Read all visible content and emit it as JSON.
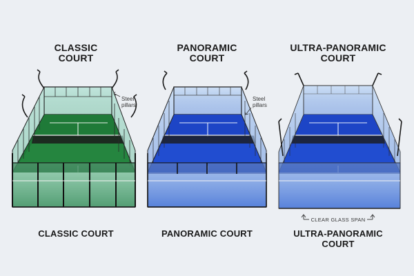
{
  "courts": [
    {
      "id": "classic",
      "top_title": "CLASSIC\nCOURT",
      "bottom_title": "CLASSIC COURT",
      "callout": "Steel\npillars",
      "turf_color": "#1f7a38",
      "turf_light": "#2f9a4a",
      "wall_color": "#9fd4c9"
    },
    {
      "id": "panoramic",
      "top_title": "PANORAMIC\nCOURT",
      "bottom_title": "PANORAMIC COURT",
      "callout": "Steel\npillars",
      "turf_color": "#1d45c6",
      "turf_light": "#2f62e0",
      "wall_color": "#a7c3ea"
    },
    {
      "id": "ultra",
      "top_title": "ULTRA-PANORAMIC\nCOURT",
      "bottom_title": "ULTRA-PANORAMIC\nCOURT",
      "span_label": "CLEAR GLASS SPAN",
      "turf_color": "#1d45c6",
      "turf_light": "#2f62e0",
      "wall_color": "#b7cfee"
    }
  ]
}
